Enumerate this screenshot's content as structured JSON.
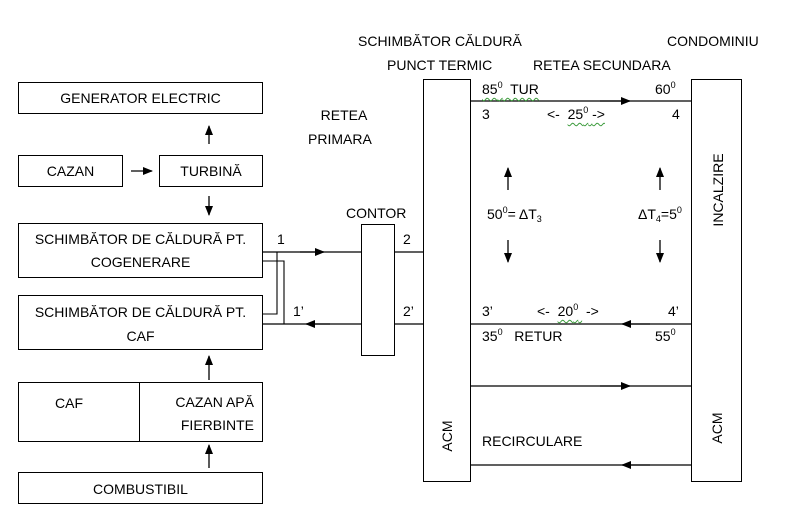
{
  "left_chain": {
    "generator": "GENERATOR ELECTRIC",
    "cazan": "CAZAN",
    "turbina": "TURBINĂ",
    "schimbator_cogen": [
      "SCHIMBĂTOR DE CĂLDURĂ PT.",
      "COGENERARE"
    ],
    "schimbator_caf": [
      "SCHIMBĂTOR DE CĂLDURĂ PT.",
      "CAF"
    ],
    "caf": "CAF",
    "cazan_apa": [
      "CAZAN APĂ",
      "FIERBINTE"
    ],
    "combustibil": "COMBUSTIBIL"
  },
  "primary": {
    "retea_primara": [
      "RETEA",
      "PRIMARA"
    ],
    "contor": "CONTOR",
    "node_1": "1",
    "node_1p": "1’",
    "node_2": "2",
    "node_2p": "2’"
  },
  "headers": {
    "schimbator_caldura": "SCHIMBĂTOR CĂLDURĂ",
    "punct_termic": "PUNCT TERMIC",
    "retea_secundara": "RETEA SECUNDARA",
    "condominiu": "CONDOMINIU"
  },
  "tur": {
    "temp_in": "85",
    "label": "TUR",
    "temp_out": "60",
    "node_3": "3",
    "node_4": "4",
    "delta_left": "<-",
    "delta_value": "25",
    "delta_right": "->"
  },
  "deltas": {
    "dt3_value": "50",
    "dt3_label": "= ΔT",
    "dt3_sub": "3",
    "dt4_label": "ΔT",
    "dt4_sub": "4",
    "dt4_value": "=5"
  },
  "retur": {
    "node_3p": "3’",
    "node_4p": "4’",
    "delta_left": "<-",
    "delta_value": "20",
    "delta_right": "->",
    "temp_out": "35",
    "label": "RETUR",
    "temp_in": "55"
  },
  "degree_sup": "0",
  "incalzire": "INCALZIRE",
  "acm_left": "ACM",
  "acm_right": "ACM",
  "recirculare": "RECIRCULARE"
}
